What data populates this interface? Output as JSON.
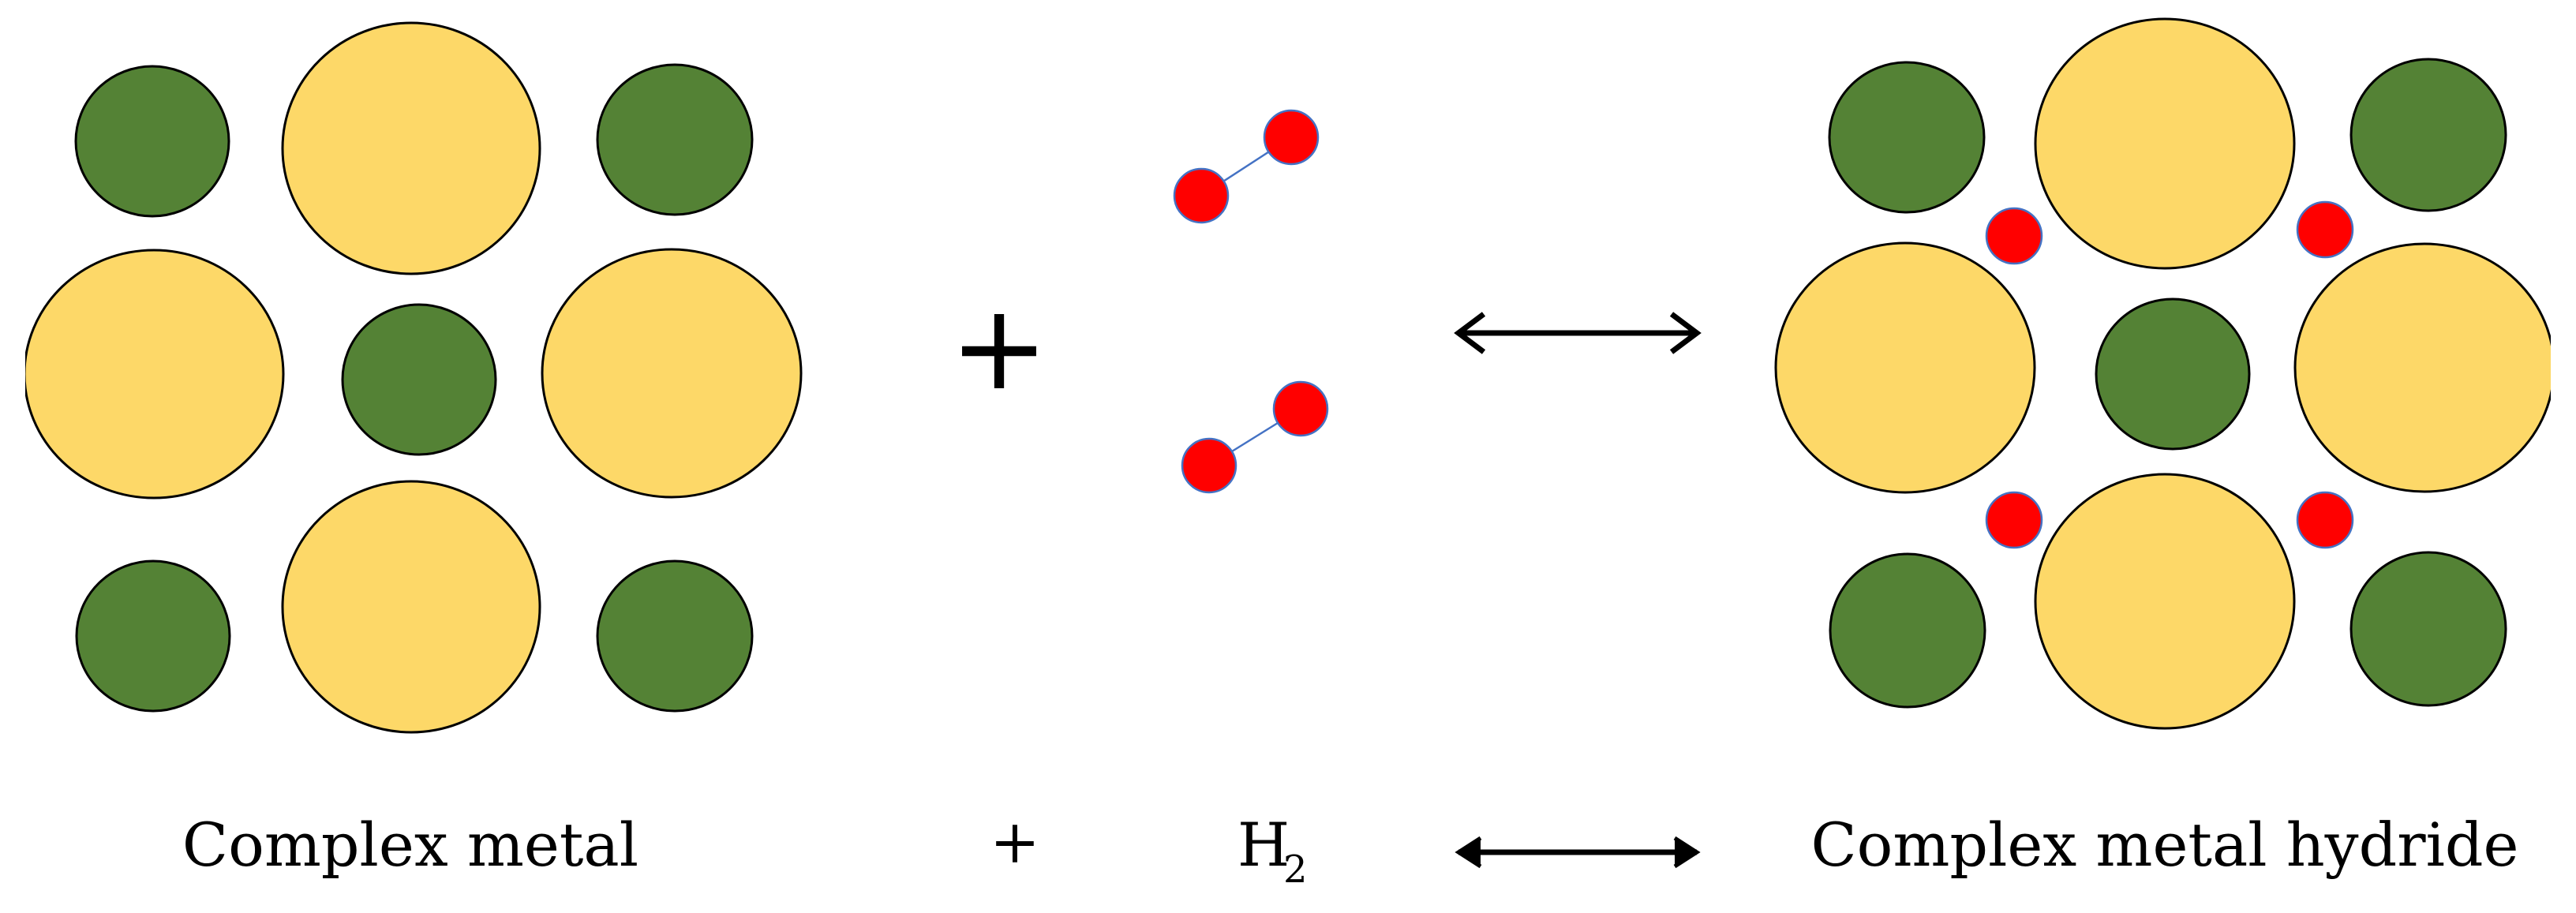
{
  "colors": {
    "large_atom": "#fdd868",
    "small_atom": "#548235",
    "hydrogen": "#ff0000",
    "bond": "#4472c4",
    "outline": "#000000"
  },
  "captions": {
    "reactant": "Complex metal",
    "plus": "+",
    "hydrogen_main": "H",
    "hydrogen_sub": "2",
    "product": "Complex metal hydride"
  },
  "symbols": {
    "plus_large": "+"
  },
  "icons": {
    "arrow": "double-headed-arrow"
  }
}
